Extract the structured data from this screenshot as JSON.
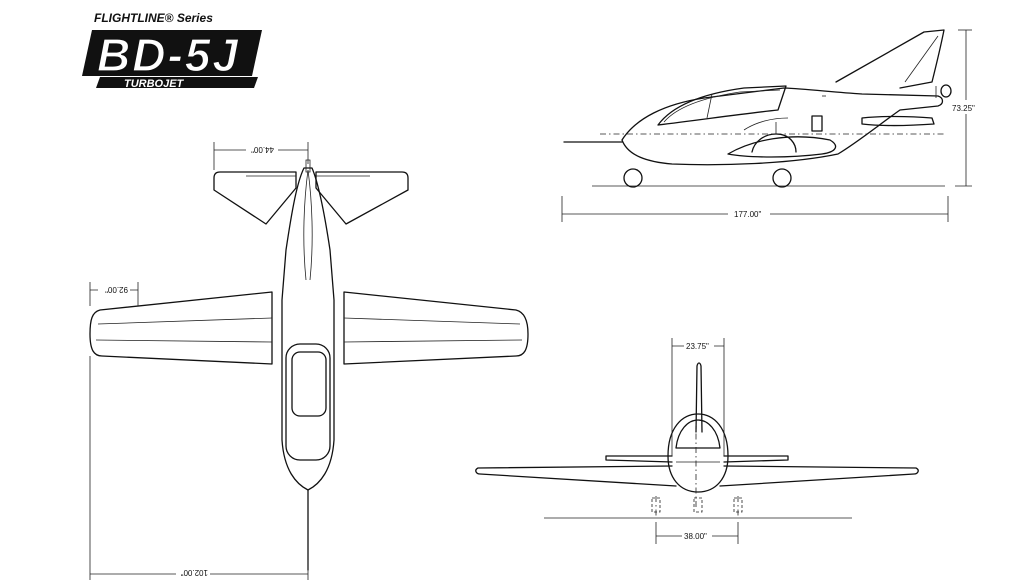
{
  "logo": {
    "series": "FLIGHTLINE® Series",
    "model": "BD-5J",
    "engine": "TURBOJET"
  },
  "dimensions": {
    "side_height": "73.25\"",
    "side_length": "177.00\"",
    "top_tailplane_span": "44.00\"",
    "top_aileron": "92.00\"",
    "top_fuselage": "102.00\"",
    "front_fin_width": "23.75\"",
    "front_gear_track": "38.00\""
  }
}
